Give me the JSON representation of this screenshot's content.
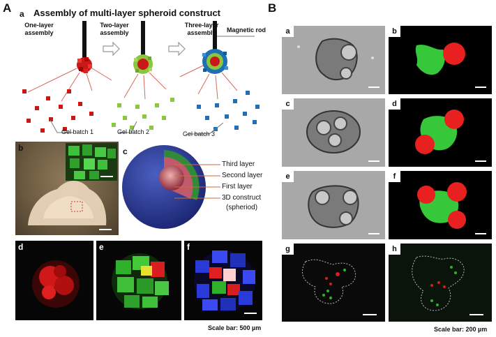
{
  "figure": {
    "section_a": "A",
    "section_b": "B",
    "panel_a_letter": "a",
    "panel_a_title": "Assembly of multi-layer spheroid construct",
    "stages": [
      {
        "label": "One-layer assembly",
        "batch": "Gel batch 1",
        "color": "#d42020"
      },
      {
        "label": "Two-layer assembly",
        "batch": "Gel batch 2",
        "color": "#8cc63f"
      },
      {
        "label": "Three-layer assembly",
        "batch": "Gel batch 3",
        "color": "#1f6fb5"
      }
    ],
    "rod_label": "Magnetic rod",
    "panel_b_letter": "b",
    "panel_c_letter": "c",
    "layers": [
      "Third layer",
      "Second layer",
      "First layer",
      "3D construct",
      "(spheriod)"
    ],
    "panel_d_letter": "d",
    "panel_e_letter": "e",
    "panel_f_letter": "f",
    "scale_a": "Scale bar: 500 µm",
    "micro_letters": [
      "a",
      "b",
      "c",
      "d",
      "e",
      "f",
      "g",
      "h"
    ],
    "scale_b": "Scale bar: 200 µm"
  }
}
